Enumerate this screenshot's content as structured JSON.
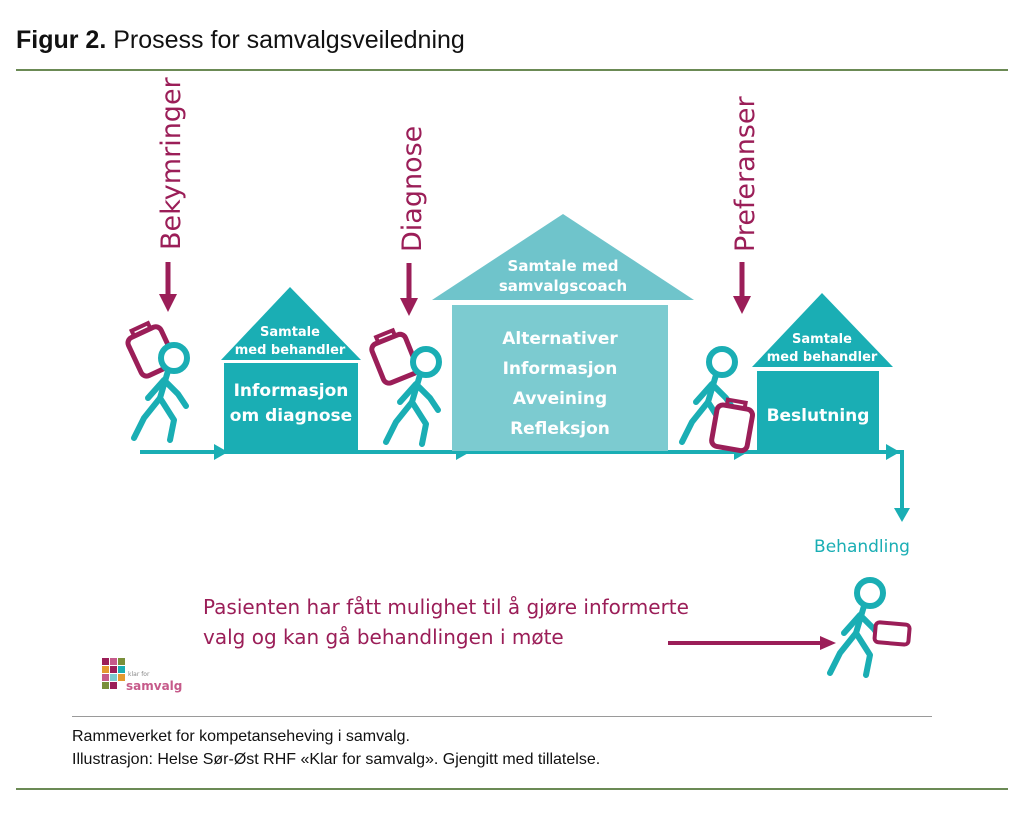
{
  "figure": {
    "label": "Figur 2.",
    "title": "Prosess for samvalgsveiledning"
  },
  "stages": {
    "concerns": "Bekymringer",
    "diagnosis": "Diagnose",
    "preferences": "Preferanser"
  },
  "houses": [
    {
      "roof_line1": "Samtale",
      "roof_line2": "med behandler",
      "body": [
        "Informasjon",
        "om diagnose"
      ]
    },
    {
      "roof_line1": "Samtale med",
      "roof_line2": "samvalgscoach",
      "body": [
        "Alternativer",
        "Informasjon",
        "Avveining",
        "Refleksjon"
      ]
    },
    {
      "roof_line1": "Samtale",
      "roof_line2": "med behandler",
      "body": [
        "Beslutning"
      ]
    }
  ],
  "treatment_label": "Behandling",
  "outcome": {
    "line1": "Pasienten har fått mulighet til å gjøre informerte",
    "line2": "valg og kan gå behandlingen i møte"
  },
  "logo": {
    "small_text": "klar for",
    "word": "samvalg"
  },
  "caption": {
    "line1": "Rammeverket for kompetanseheving i samvalg.",
    "line2": "Illustrasjon: Helse Sør-Øst RHF «Klar for samvalg». Gjengitt med tillatelse."
  },
  "colors": {
    "teal_dark": "#1aaeb4",
    "teal_light": "#7ccbd0",
    "teal_roof": "#6fc4cb",
    "maroon": "#9b1e58",
    "green_rule": "#6b8a55"
  }
}
